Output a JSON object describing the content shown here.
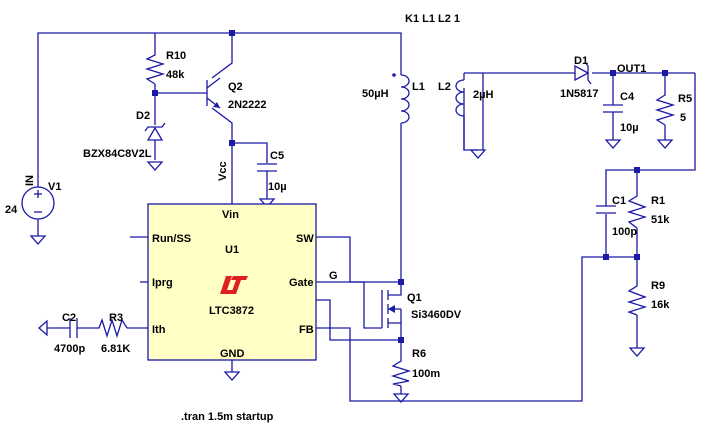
{
  "directive_coupling": "K1 L1 L2 1",
  "directive_tran": ".tran 1.5m startup",
  "net_out": "OUT1",
  "net_vcc": "Vcc",
  "net_in": "IN",
  "net_gate": "G",
  "components": {
    "r10": {
      "ref": "R10",
      "value": "48k"
    },
    "q2": {
      "ref": "Q2",
      "value": "2N2222"
    },
    "d2": {
      "ref": "D2",
      "value": "BZX84C8V2L"
    },
    "c5": {
      "ref": "C5",
      "value": "10µ"
    },
    "v1": {
      "ref": "V1",
      "value": "24"
    },
    "l1": {
      "ref": "L1",
      "value": "50µH"
    },
    "l2": {
      "ref": "L2",
      "value": "2µH"
    },
    "d1": {
      "ref": "D1",
      "value": "1N5817"
    },
    "c4": {
      "ref": "C4",
      "value": "10µ"
    },
    "r5": {
      "ref": "R5",
      "value": "5"
    },
    "c1": {
      "ref": "C1",
      "value": "100p"
    },
    "r1": {
      "ref": "R1",
      "value": "51k"
    },
    "r9": {
      "ref": "R9",
      "value": "16k"
    },
    "q1": {
      "ref": "Q1",
      "value": "Si3460DV"
    },
    "r6": {
      "ref": "R6",
      "value": "100m"
    },
    "c2": {
      "ref": "C2",
      "value": "4700p"
    },
    "r3": {
      "ref": "R3",
      "value": "6.81K"
    }
  },
  "u1": {
    "ref": "U1",
    "part": "LTC3872",
    "pins": {
      "vin": "Vin",
      "run": "Run/SS",
      "iprg": "Iprg",
      "ith": "Ith",
      "sw": "SW",
      "gate": "Gate",
      "fb": "FB",
      "gnd": "GND"
    }
  },
  "colors": {
    "wire": "#1a1aa6",
    "ic_fill": "#ffffc6",
    "logo": "#e02020"
  }
}
